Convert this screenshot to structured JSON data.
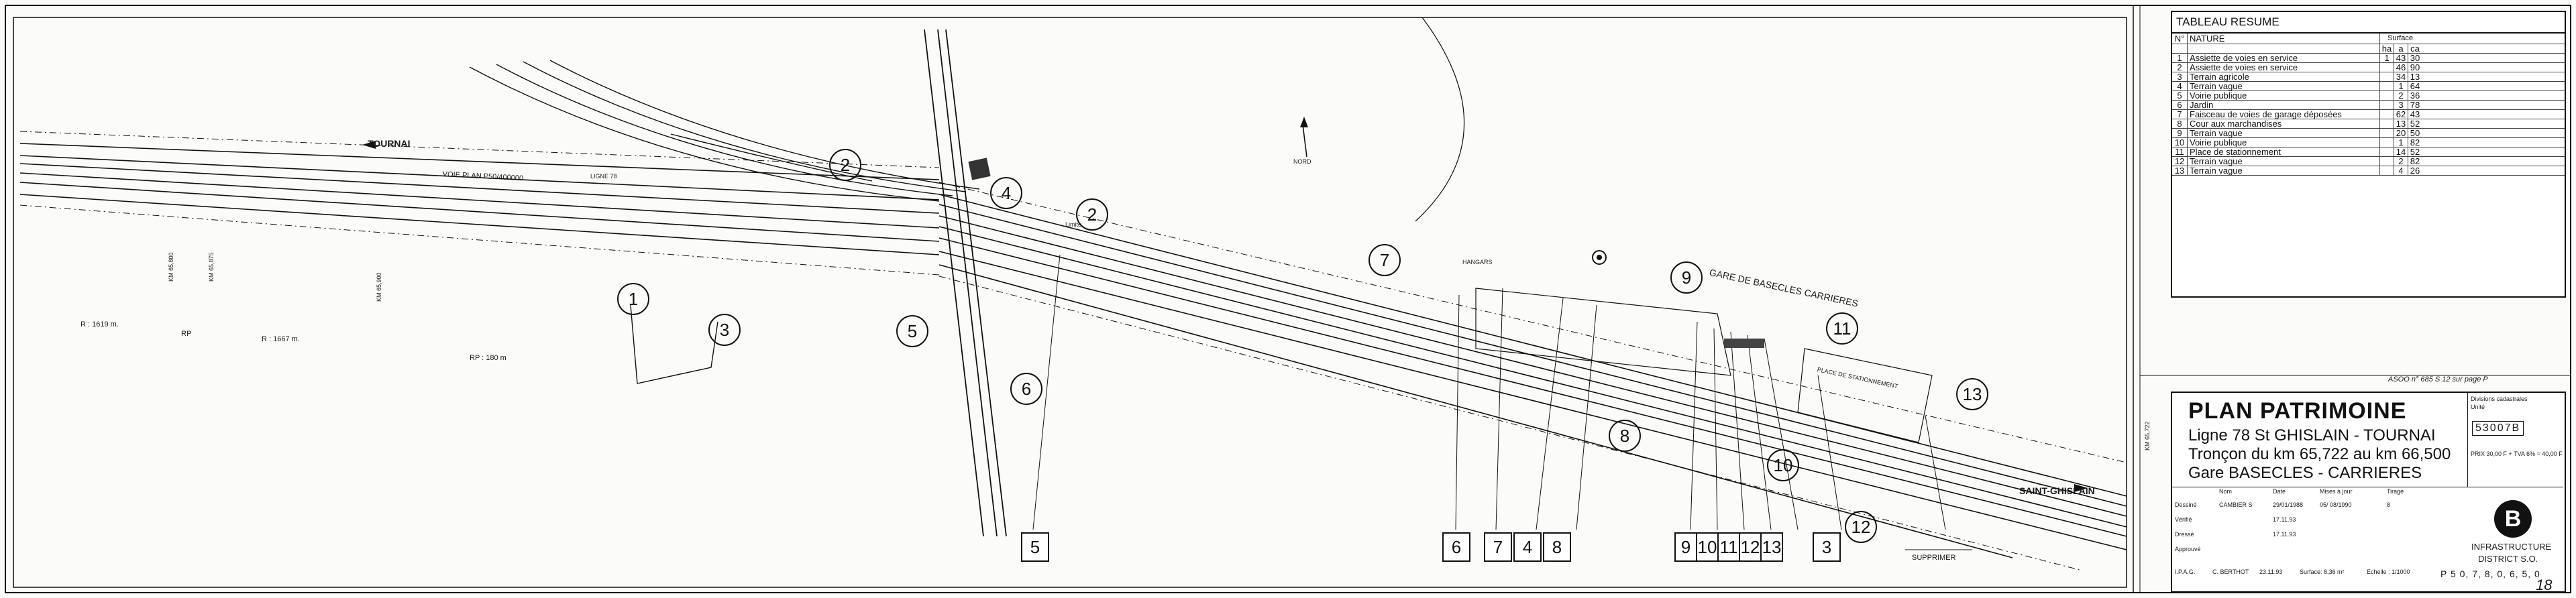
{
  "plan": {
    "title": "PLAN PATRIMOINE",
    "line": "Ligne 78 St GHISLAIN - TOURNAI",
    "section": "Tronçon du km 65,722 au km 66,500",
    "station": "Gare BASECLES - CARRIERES"
  },
  "labels": {
    "tournai": "TOURNAI",
    "saint_ghislain": "SAINT-GHISLAIN",
    "gare": "GARE DE BASECLES CARRIERES",
    "nord": "NORD",
    "voie_plan": "VOIE PLAN P50/400000",
    "r1": "R : 1619 m.",
    "rp1": "RP",
    "r2": "R : 1667 m.",
    "rp2": "RP : 180 m",
    "km1": "KM 65,800",
    "km2": "KM 65,875",
    "km3": "KM 65,900",
    "km4": "KM 65,722",
    "hangars": "HANGARS",
    "place": "PLACE DE STATIONNEMENT",
    "limite": "Limite",
    "supprimer": "SUPPRIMER",
    "asoo": "ASOO n° 685 S 12 sur page P",
    "ligne_78": "LIGNE 78"
  },
  "circles": [
    "1",
    "2",
    "2",
    "3",
    "4",
    "5",
    "6",
    "7",
    "8",
    "9",
    "10",
    "11",
    "12",
    "13"
  ],
  "squares": [
    "5",
    "6",
    "7",
    "4",
    "8",
    "9",
    "10",
    "11",
    "12",
    "13",
    "3"
  ],
  "table": {
    "title": "TABLEAU RESUME",
    "header_no": "N°",
    "header_nature": "NATURE",
    "header_surface": "Surface",
    "header_ha": "ha",
    "header_a": "a",
    "header_ca": "ca",
    "rows": [
      {
        "no": "1",
        "nature": "Assiette de voies en service",
        "ha": "1",
        "a": "43",
        "ca": "30"
      },
      {
        "no": "2",
        "nature": "Assiette de voies en service",
        "ha": "",
        "a": "46",
        "ca": "90"
      },
      {
        "no": "3",
        "nature": "Terrain agricole",
        "ha": "",
        "a": "34",
        "ca": "13"
      },
      {
        "no": "4",
        "nature": "Terrain vague",
        "ha": "",
        "a": "1",
        "ca": "64"
      },
      {
        "no": "5",
        "nature": "Voirie publique",
        "ha": "",
        "a": "2",
        "ca": "36"
      },
      {
        "no": "6",
        "nature": "Jardin",
        "ha": "",
        "a": "3",
        "ca": "78"
      },
      {
        "no": "7",
        "nature": "Faisceau de voies de garage déposées",
        "ha": "",
        "a": "62",
        "ca": "43"
      },
      {
        "no": "8",
        "nature": "Cour aux marchandises",
        "ha": "",
        "a": "13",
        "ca": "52"
      },
      {
        "no": "9",
        "nature": "Terrain vague",
        "ha": "",
        "a": "20",
        "ca": "50"
      },
      {
        "no": "10",
        "nature": "Voirie publique",
        "ha": "",
        "a": "1",
        "ca": "82"
      },
      {
        "no": "11",
        "nature": "Place de stationnement",
        "ha": "",
        "a": "14",
        "ca": "52"
      },
      {
        "no": "12",
        "nature": "Terrain vague",
        "ha": "",
        "a": "2",
        "ca": "82"
      },
      {
        "no": "13",
        "nature": "Terrain vague",
        "ha": "",
        "a": "4",
        "ca": "26"
      }
    ]
  },
  "titleblock": {
    "divisions": "Divisions cadastrales",
    "unite": "Unité",
    "cadastre_code": "53007B",
    "prix": "PRIX 30,00 F + TVA 6% = 40,00 F",
    "dessine": "Dessiné",
    "verifie": "Vérifié",
    "dresse": "Dressé",
    "approuve": "Approuvé",
    "nom": "Nom",
    "date": "Date",
    "mises_a_jour": "Mises à jour",
    "tirage": "Tirage",
    "dessine_name": "CAMBIER S",
    "dessine_date": "29/01/1988",
    "maj_date": "05/ 08/1990",
    "tirage_no": "8",
    "verif_date": "17.11.93",
    "dresse_date": "17.11.93",
    "ipag": "I.P.A.G.",
    "ipag_name": "C. BERTHOT",
    "ipag_date": "23.11.93",
    "surface": "Surface: 8,36 m²",
    "echelle": "Echelle : 1/1000",
    "ref": "P 5 0, 7, 8, 0, 6, 5, 0",
    "infra": "INFRASTRUCTURE",
    "district": "DISTRICT S.O.",
    "logo": "B",
    "page_no": "18"
  }
}
